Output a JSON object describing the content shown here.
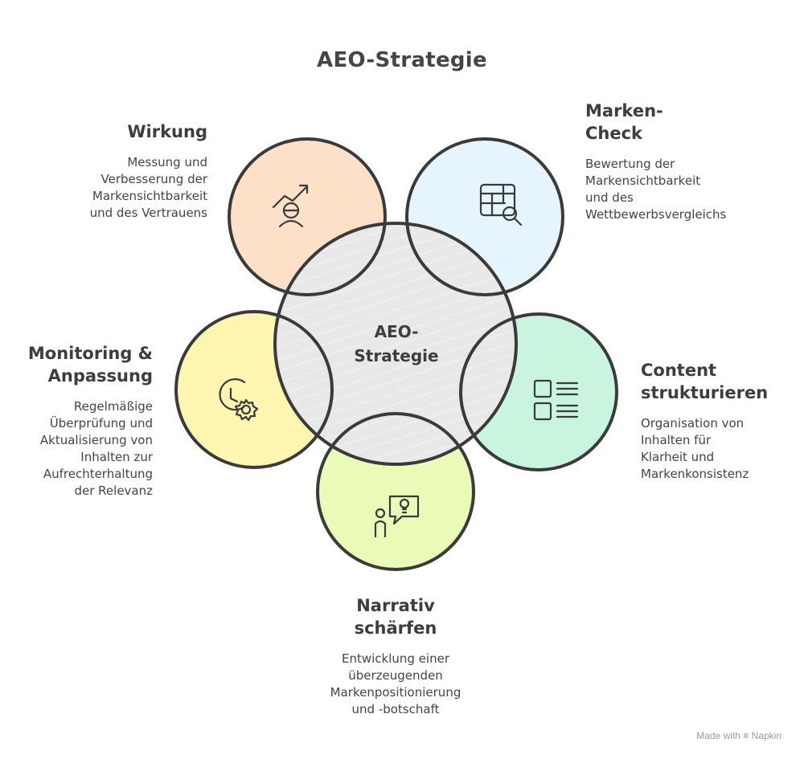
{
  "title": "AEO-Strategie",
  "center": {
    "label": "AEO-\nStrategie",
    "color": "#e8e8e8"
  },
  "segments": [
    {
      "key": "wirkung",
      "heading": "Wirkung",
      "description": "Messung und\nVerbesserung der\nMarkensichtbarkeit\nund des Vertrauens",
      "color": "#fde0c8",
      "icon": "growth-person-icon"
    },
    {
      "key": "marken_check",
      "heading": "Marken-\nCheck",
      "description": "Bewertung der\nMarkensichtbarkeit\nund des\nWettbewerbsvergleichs",
      "color": "#e6f5fd",
      "icon": "table-search-icon"
    },
    {
      "key": "content",
      "heading": "Content\nstrukturieren",
      "description": "Organisation von\nInhalten für\nKlarheit und\nMarkenkonsistenz",
      "color": "#c9f5df",
      "icon": "checklist-icon"
    },
    {
      "key": "narrativ",
      "heading": "Narrativ\nschärfen",
      "description": "Entwicklung einer\nüberzeugenden\nMarkenpositionierung\nund -botschaft",
      "color": "#eafbb8",
      "icon": "person-idea-icon"
    },
    {
      "key": "monitoring",
      "heading": "Monitoring &\nAnpassung",
      "description": "Regelmäßige\nÜberprüfung und\nAktualisierung von\nInhalten zur\nAufrechterhaltung\nder Relevanz",
      "color": "#fdf5b0",
      "icon": "clock-gear-icon"
    }
  ],
  "credit": {
    "prefix": "Made with",
    "brand": "Napkin"
  }
}
